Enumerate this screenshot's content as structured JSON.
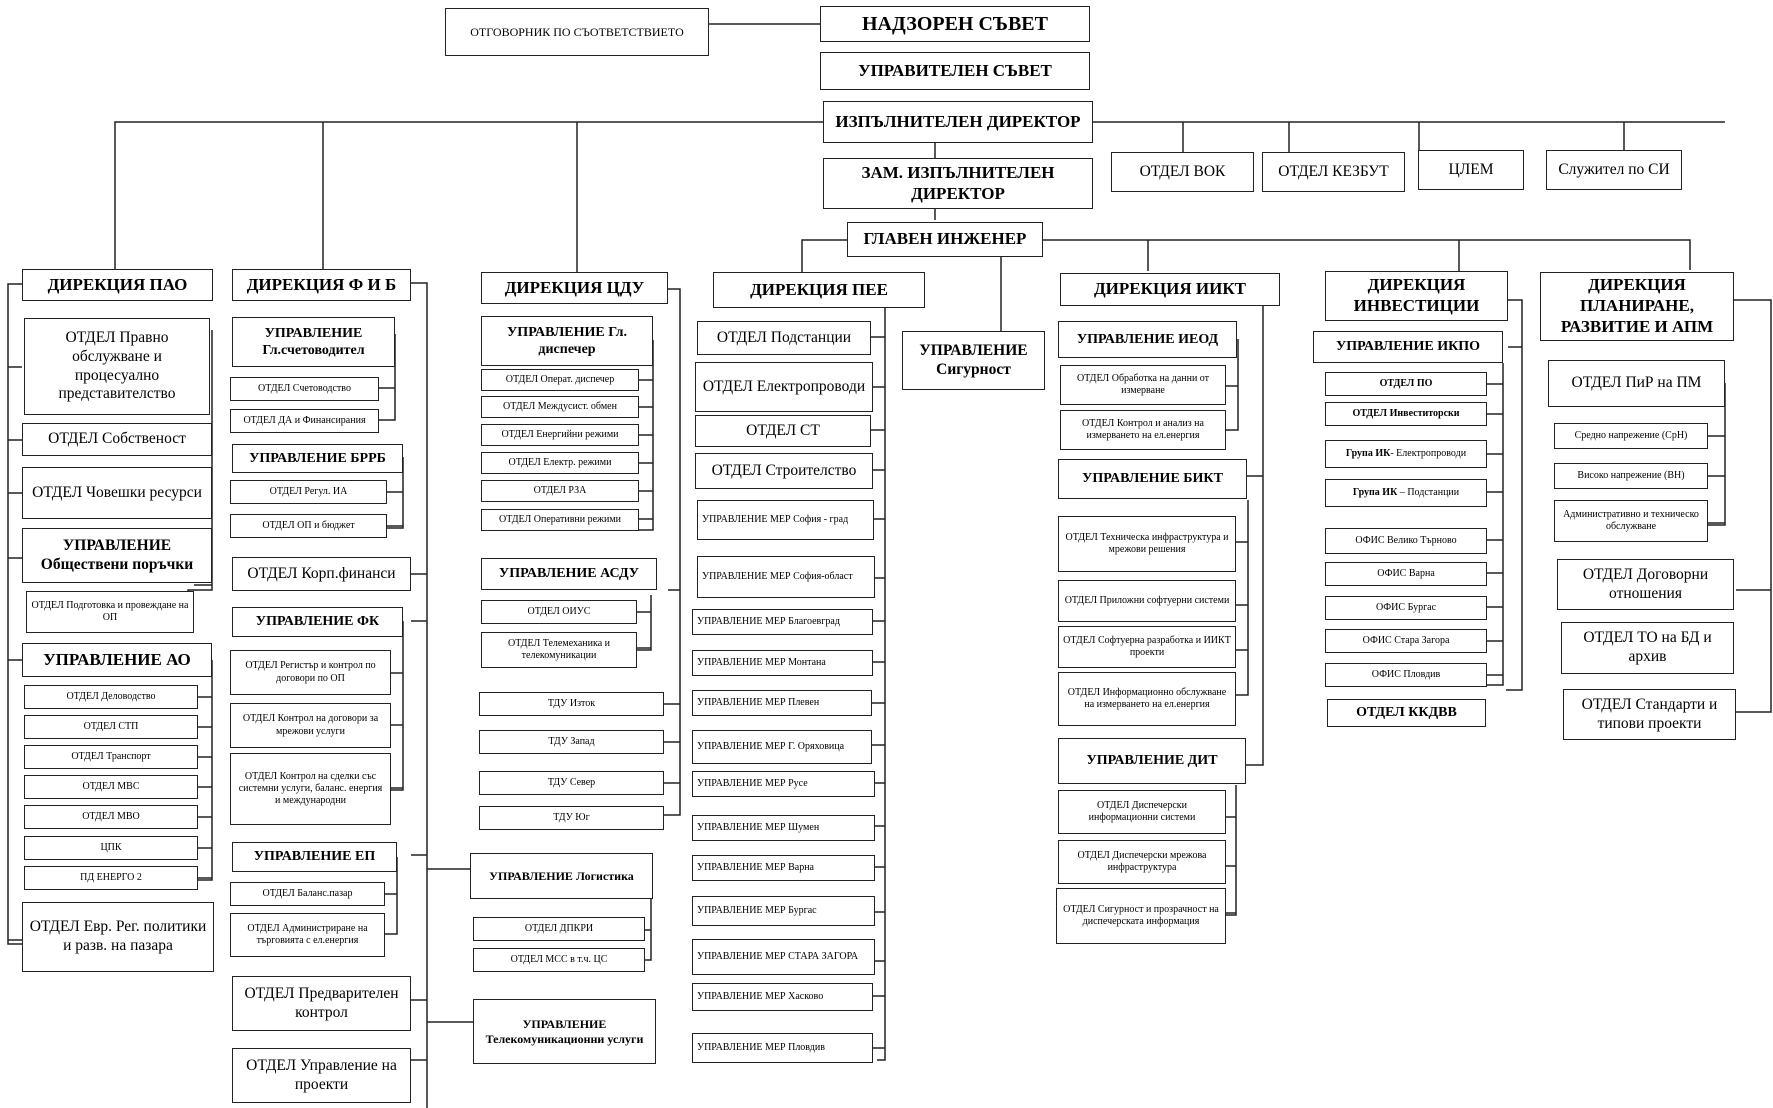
{
  "top": {
    "compliance": "ОТГОВОРНИК ПО СЪОТВЕТСТВИЕТО",
    "supervisory": "НАДЗОРЕН СЪВЕТ",
    "management": "УПРАВИТЕЛЕН СЪВЕТ",
    "exec": "ИЗПЪЛНИТЕЛЕН ДИРЕКТОР",
    "deputy": "ЗАМ. ИЗПЪЛНИТЕЛЕН ДИРЕКТОР",
    "chief_engineer": "ГЛАВЕН ИНЖЕНЕР",
    "security": "УПРАВЛЕНИЕ Сигурност"
  },
  "exec_units": {
    "vok": "ОТДЕЛ ВОК",
    "kezbut": "ОТДЕЛ КЕЗБУТ",
    "tslem": "ЦЛЕМ",
    "si": "Служител по СИ"
  },
  "pao": {
    "title": "ДИРЕКЦИЯ ПАО",
    "legal": "ОТДЕЛ Правно обслужване и процесуално представителство",
    "property": "ОТДЕЛ Собственост",
    "hr": "ОТДЕЛ Човешки ресурси",
    "procurement": "УПРАВЛЕНИЕ Обществени поръчки",
    "prep": "ОТДЕЛ Подготовка и провеждане на ОП",
    "ao": "УПРАВЛЕНИЕ АО",
    "ao_items": [
      "ОТДЕЛ Деловодство",
      "ОТДЕЛ СТП",
      "ОТДЕЛ Транспорт",
      "ОТДЕЛ МВС",
      "ОТДЕЛ МВО",
      "ЦПК",
      "ПД ЕНЕРГО 2"
    ],
    "eu": "ОТДЕЛ Евр. Рег. политики и разв. на пазара"
  },
  "fib": {
    "title": "ДИРЕКЦИЯ Ф И Б",
    "chief_acc": "УПРАВЛЕНИЕ Гл.счетоводител",
    "accounting": "ОТДЕЛ Счетоводство",
    "da": "ОТДЕЛ ДА и Финансирания",
    "brrb": "УПРАВЛЕНИЕ БРРБ",
    "regul": "ОТДЕЛ Регул. ИА",
    "budget": "ОТДЕЛ ОП и бюджет",
    "corpfin": "ОТДЕЛ Корп.финанси",
    "fk": "УПРАВЛЕНИЕ ФК",
    "fk_reg": "ОТДЕЛ Регистър и контрол по договори по ОП",
    "fk_net": "ОТДЕЛ Контрол на договори за мрежови услуги",
    "fk_sys": "ОТДЕЛ Контрол на сделки със системни услуги, баланс. енергия и международни",
    "ep": "УПРАВЛЕНИЕ ЕП",
    "balance": "ОТДЕЛ Баланс.пазар",
    "admin_trade": "ОТДЕЛ Администриране на търговията с ел.енергия",
    "precontrol": "ОТДЕЛ Предварителен контрол",
    "projects": "ОТДЕЛ Управление на проекти"
  },
  "tsdu": {
    "title": "ДИРЕКЦИЯ ЦДУ",
    "chief_disp": "УПРАВЛЕНИЕ Гл. диспечер",
    "items": [
      "ОТДЕЛ Операт. диспечер",
      "ОТДЕЛ Междусист. обмен",
      "ОТДЕЛ Енергийни режими",
      "ОТДЕЛ Електр. режими",
      "ОТДЕЛ РЗА",
      "ОТДЕЛ Оперативни режими"
    ],
    "asdu": "УПРАВЛЕНИЕ АСДУ",
    "oius": "ОТДЕЛ ОИУС",
    "telemech": "ОТДЕЛ Телемеханика и телекомуникации",
    "tdu": [
      "ТДУ Изток",
      "ТДУ Запад",
      "ТДУ Север",
      "ТДУ Юг"
    ],
    "logistics": "УПРАВЛЕНИЕ Логистика",
    "dpkri": "ОТДЕЛ ДПКРИ",
    "mss": "ОТДЕЛ МСС в т.ч. ЦС",
    "telecom": "УПРАВЛЕНИЕ Телекомуникационни услуги"
  },
  "pee": {
    "title": "ДИРЕКЦИЯ ПЕЕ",
    "substations": "ОТДЕЛ Подстанции",
    "powerlines": "ОТДЕЛ Електропроводи",
    "st": "ОТДЕЛ СТ",
    "construction": "ОТДЕЛ Строителство",
    "mer": [
      "УПРАВЛЕНИЕ МЕР София - град",
      "УПРАВЛЕНИЕ МЕР София-област",
      "УПРАВЛЕНИЕ МЕР Благоевград",
      "УПРАВЛЕНИЕ МЕР Монтана",
      "УПРАВЛЕНИЕ МЕР Плевен",
      "УПРАВЛЕНИЕ МЕР Г. Оряховица",
      "УПРАВЛЕНИЕ МЕР Русе",
      "УПРАВЛЕНИЕ МЕР Шумен",
      "УПРАВЛЕНИЕ МЕР Варна",
      "УПРАВЛЕНИЕ МЕР Бургас",
      "УПРАВЛЕНИЕ МЕР СТАРА ЗАГОРА",
      "УПРАВЛЕНИЕ МЕР Хасково",
      "УПРАВЛЕНИЕ МЕР Пловдив"
    ]
  },
  "iikt": {
    "title": "ДИРЕКЦИЯ ИИКТ",
    "ieod": "УПРАВЛЕНИЕ ИЕОД",
    "processing": "ОТДЕЛ Обработка на данни от измерване",
    "control": "ОТДЕЛ Контрол и анализ на измерването на ел.енергия",
    "bikt": "УПРАВЛЕНИЕ БИКТ",
    "bikt_items": [
      "ОТДЕЛ Техническа инфраструктура и мрежови решения",
      "ОТДЕЛ Приложни софтуерни системи",
      "ОТДЕЛ Софтуерна разработка и ИИКТ проекти",
      "ОТДЕЛ Информационно обслужване на измерването на ел.енергия"
    ],
    "dit": "УПРАВЛЕНИЕ ДИТ",
    "dit_items": [
      "ОТДЕЛ Диспечерски информационни системи",
      "ОТДЕЛ Диспечерски мрежова инфраструктура",
      "ОТДЕЛ Сигурност и прозрачност на диспечерската информация"
    ]
  },
  "inv": {
    "title": "ДИРЕКЦИЯ ИНВЕСТИЦИИ",
    "ikpo": "УПРАВЛЕНИЕ ИКПО",
    "po": "ОТДЕЛ ПО",
    "investors": "ОТДЕЛ Инвеститорски",
    "ik_lines_b": "Група ИК",
    "ik_lines": "- Електропроводи",
    "ik_subs_b": "Група ИК",
    "ik_subs": "– Подстанции",
    "offices": [
      "ОФИС Велико Търново",
      "ОФИС Варна",
      "ОФИС Бургас",
      "ОФИС Стара Загора",
      "ОФИС Пловдив"
    ],
    "kkdvv": "ОТДЕЛ ККДВВ"
  },
  "plan": {
    "title": "ДИРЕКЦИЯ ПЛАНИРАНЕ, РАЗВИТИЕ И АПМ",
    "pir": "ОТДЕЛ ПиР на ПМ",
    "pir_items": [
      "Средно напрежение (СрН)",
      "Високо напрежение (ВН)",
      "Административно и техническо обслужване"
    ],
    "contracts": "ОТДЕЛ Договорни отношения",
    "to": "ОТДЕЛ ТО на БД и архив",
    "standards": "ОТДЕЛ Стандарти и типови проекти"
  }
}
